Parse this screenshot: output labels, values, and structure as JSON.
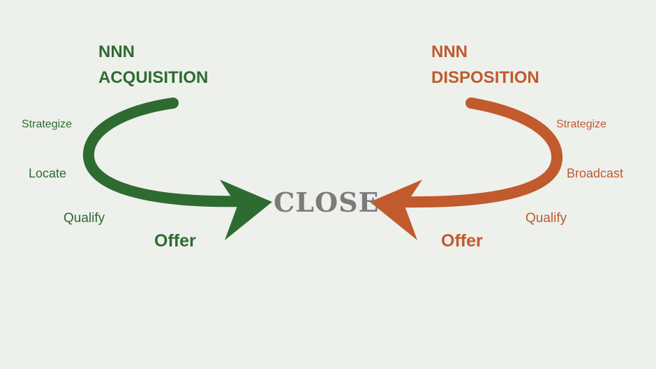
{
  "acquisition": {
    "title_line1": "NNN",
    "title_line2": "ACQUISITION",
    "steps": [
      "Strategize",
      "Locate",
      "Qualify",
      "Offer"
    ],
    "color": "#2e6b31"
  },
  "disposition": {
    "title_line1": "NNN",
    "title_line2": "DISPOSITION",
    "steps": [
      "Strategize",
      "Broadcast",
      "Qualify",
      "Offer"
    ],
    "color": "#c15a2c"
  },
  "center": {
    "label": "CLOSE",
    "color": "#7b7b7b"
  },
  "background": "#eef0ec"
}
